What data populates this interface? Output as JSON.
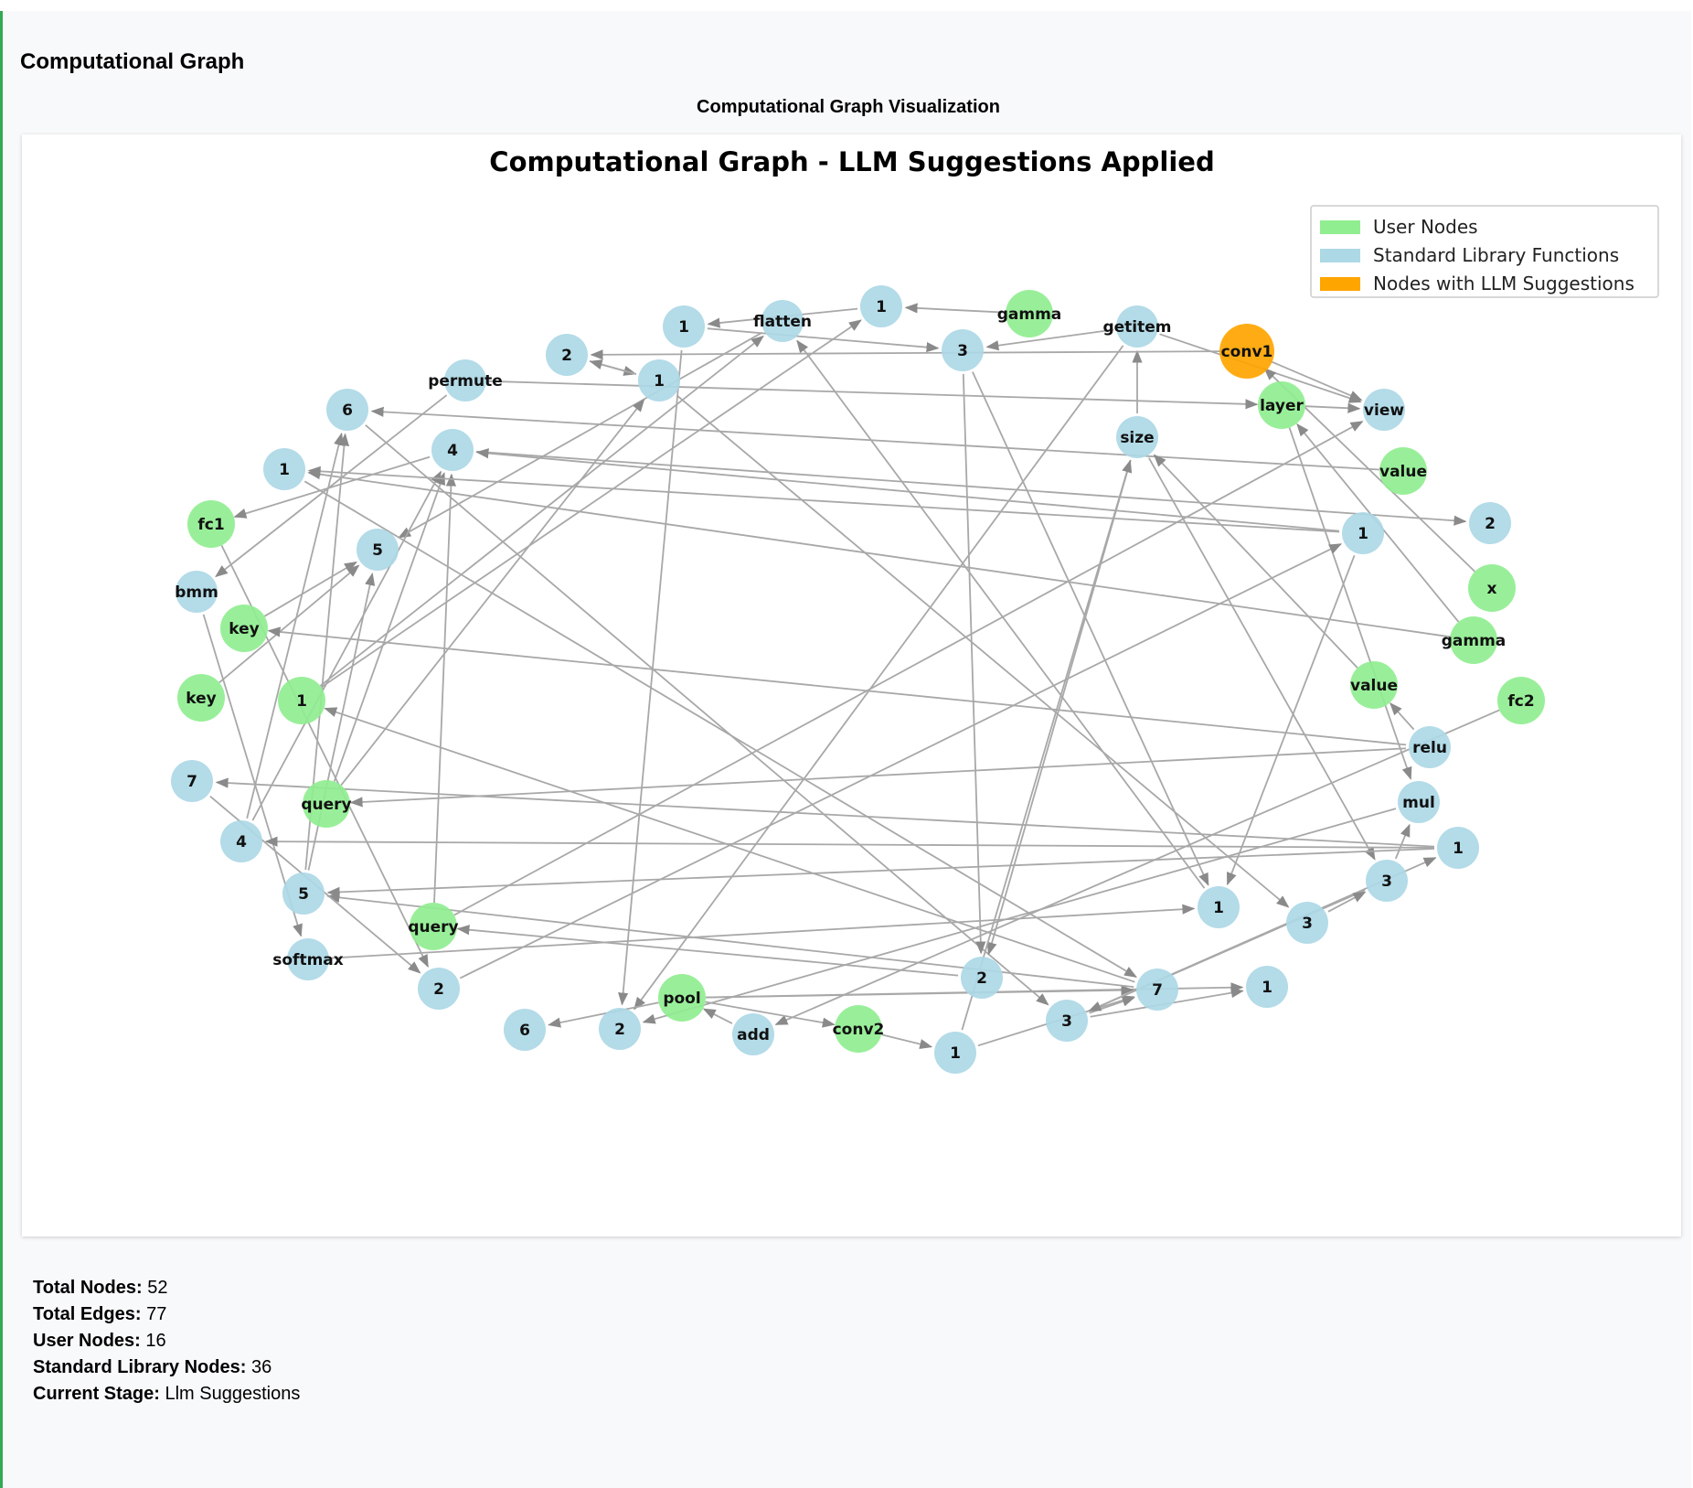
{
  "panel": {
    "title": "Computational Graph",
    "viz_title": "Computational Graph Visualization"
  },
  "graph": {
    "title": "Computational Graph - LLM Suggestions Applied",
    "colors": {
      "user": "#90ee90",
      "standard": "#add8e6",
      "llm": "#ffa500",
      "edge": "#a8a8a8"
    },
    "legend": [
      {
        "label": "User Nodes",
        "color": "#90ee90"
      },
      {
        "label": "Standard Library Functions",
        "color": "#add8e6"
      },
      {
        "label": "Nodes with LLM Suggestions",
        "color": "#ffa500"
      }
    ],
    "nodes": [
      {
        "id": "n1",
        "label": "1",
        "type": "standard"
      },
      {
        "id": "n2",
        "label": "flatten",
        "type": "standard"
      },
      {
        "id": "n3",
        "label": "1",
        "type": "standard"
      },
      {
        "id": "n4",
        "label": "gamma",
        "type": "user"
      },
      {
        "id": "n5",
        "label": "getitem",
        "type": "standard"
      },
      {
        "id": "n6",
        "label": "conv1",
        "type": "llm"
      },
      {
        "id": "n7",
        "label": "3",
        "type": "standard"
      },
      {
        "id": "n8",
        "label": "2",
        "type": "standard"
      },
      {
        "id": "n9",
        "label": "1",
        "type": "standard"
      },
      {
        "id": "n10",
        "label": "permute",
        "type": "standard"
      },
      {
        "id": "n11",
        "label": "layer",
        "type": "user"
      },
      {
        "id": "n12",
        "label": "view",
        "type": "standard"
      },
      {
        "id": "n13",
        "label": "6",
        "type": "standard"
      },
      {
        "id": "n14",
        "label": "4",
        "type": "standard"
      },
      {
        "id": "n15",
        "label": "size",
        "type": "standard"
      },
      {
        "id": "n16",
        "label": "value",
        "type": "user"
      },
      {
        "id": "n17",
        "label": "1",
        "type": "standard"
      },
      {
        "id": "n18",
        "label": "fc1",
        "type": "user"
      },
      {
        "id": "n19",
        "label": "2",
        "type": "standard"
      },
      {
        "id": "n20",
        "label": "1",
        "type": "standard"
      },
      {
        "id": "n21",
        "label": "5",
        "type": "standard"
      },
      {
        "id": "n22",
        "label": "bmm",
        "type": "standard"
      },
      {
        "id": "n23",
        "label": "x",
        "type": "user"
      },
      {
        "id": "n24",
        "label": "key",
        "type": "user"
      },
      {
        "id": "n25",
        "label": "gamma",
        "type": "user"
      },
      {
        "id": "n26",
        "label": "value",
        "type": "user"
      },
      {
        "id": "n27",
        "label": "fc2",
        "type": "user"
      },
      {
        "id": "n28",
        "label": "key",
        "type": "user"
      },
      {
        "id": "n29",
        "label": "1",
        "type": "user"
      },
      {
        "id": "n30",
        "label": "relu",
        "type": "standard"
      },
      {
        "id": "n31",
        "label": "7",
        "type": "standard"
      },
      {
        "id": "n32",
        "label": "query",
        "type": "user"
      },
      {
        "id": "n33",
        "label": "mul",
        "type": "standard"
      },
      {
        "id": "n34",
        "label": "4",
        "type": "standard"
      },
      {
        "id": "n35",
        "label": "1",
        "type": "standard"
      },
      {
        "id": "n36",
        "label": "3",
        "type": "standard"
      },
      {
        "id": "n37",
        "label": "5",
        "type": "standard"
      },
      {
        "id": "n38",
        "label": "1",
        "type": "standard"
      },
      {
        "id": "n39",
        "label": "3",
        "type": "standard"
      },
      {
        "id": "n40",
        "label": "query",
        "type": "user"
      },
      {
        "id": "n41",
        "label": "softmax",
        "type": "standard"
      },
      {
        "id": "n42",
        "label": "2",
        "type": "standard"
      },
      {
        "id": "n43",
        "label": "2",
        "type": "standard"
      },
      {
        "id": "n44",
        "label": "7",
        "type": "standard"
      },
      {
        "id": "n45",
        "label": "1",
        "type": "standard"
      },
      {
        "id": "n46",
        "label": "pool",
        "type": "user"
      },
      {
        "id": "n47",
        "label": "3",
        "type": "standard"
      },
      {
        "id": "n48",
        "label": "6",
        "type": "standard"
      },
      {
        "id": "n49",
        "label": "2",
        "type": "standard"
      },
      {
        "id": "n50",
        "label": "add",
        "type": "standard"
      },
      {
        "id": "n51",
        "label": "conv2",
        "type": "user"
      },
      {
        "id": "n52",
        "label": "1",
        "type": "standard"
      }
    ],
    "edges": [
      [
        "n4",
        "n3"
      ],
      [
        "n1",
        "n7"
      ],
      [
        "n5",
        "n7"
      ],
      [
        "n15",
        "n5"
      ],
      [
        "n5",
        "n12"
      ],
      [
        "n6",
        "n12"
      ],
      [
        "n11",
        "n12"
      ],
      [
        "n10",
        "n22"
      ],
      [
        "n2",
        "n21"
      ],
      [
        "n8",
        "n9"
      ],
      [
        "n9",
        "n8"
      ],
      [
        "n29",
        "n3"
      ],
      [
        "n29",
        "n2"
      ],
      [
        "n16",
        "n13"
      ],
      [
        "n14",
        "n19"
      ],
      [
        "n14",
        "n18"
      ],
      [
        "n25",
        "n17"
      ],
      [
        "n17",
        "n44"
      ],
      [
        "n13",
        "n47"
      ],
      [
        "n1",
        "n49"
      ],
      [
        "n9",
        "n39"
      ],
      [
        "n7",
        "n43"
      ],
      [
        "n7",
        "n38"
      ],
      [
        "n15",
        "n43"
      ],
      [
        "n15",
        "n36"
      ],
      [
        "n5",
        "n49"
      ],
      [
        "n28",
        "n21"
      ],
      [
        "n24",
        "n21"
      ],
      [
        "n32",
        "n14"
      ],
      [
        "n32",
        "n9"
      ],
      [
        "n40",
        "n14"
      ],
      [
        "n40",
        "n12"
      ],
      [
        "n37",
        "n13"
      ],
      [
        "n37",
        "n21"
      ],
      [
        "n34",
        "n13"
      ],
      [
        "n34",
        "n14"
      ],
      [
        "n22",
        "n41"
      ],
      [
        "n18",
        "n42"
      ],
      [
        "n20",
        "n14"
      ],
      [
        "n30",
        "n24"
      ],
      [
        "n30",
        "n26"
      ],
      [
        "n30",
        "n32"
      ],
      [
        "n35",
        "n34"
      ],
      [
        "n35",
        "n37"
      ],
      [
        "n35",
        "n31"
      ],
      [
        "n33",
        "n49"
      ],
      [
        "n26",
        "n15"
      ],
      [
        "n25",
        "n11"
      ],
      [
        "n11",
        "n33"
      ],
      [
        "n23",
        "n6"
      ],
      [
        "n27",
        "n50"
      ],
      [
        "n20",
        "n38"
      ],
      [
        "n20",
        "n17"
      ],
      [
        "n42",
        "n20"
      ],
      [
        "n46",
        "n48"
      ],
      [
        "n46",
        "n45"
      ],
      [
        "n46",
        "n44"
      ],
      [
        "n46",
        "n51"
      ],
      [
        "n50",
        "n46"
      ],
      [
        "n51",
        "n52"
      ],
      [
        "n52",
        "n15"
      ],
      [
        "n52",
        "n44"
      ],
      [
        "n47",
        "n45"
      ],
      [
        "n47",
        "n35"
      ],
      [
        "n47",
        "n44"
      ],
      [
        "n44",
        "n29"
      ],
      [
        "n44",
        "n37"
      ],
      [
        "n36",
        "n47"
      ],
      [
        "n36",
        "n33"
      ],
      [
        "n41",
        "n38"
      ],
      [
        "n10",
        "n11"
      ],
      [
        "n43",
        "n40"
      ],
      [
        "n31",
        "n42"
      ],
      [
        "n3",
        "n1"
      ],
      [
        "n38",
        "n2"
      ],
      [
        "n6",
        "n8"
      ],
      [
        "n39",
        "n36"
      ]
    ]
  },
  "stats": [
    {
      "label": "Total Nodes:",
      "value": "52"
    },
    {
      "label": "Total Edges:",
      "value": "77"
    },
    {
      "label": "User Nodes:",
      "value": "16"
    },
    {
      "label": "Standard Library Nodes:",
      "value": "36"
    },
    {
      "label": "Current Stage:",
      "value": "Llm Suggestions"
    }
  ]
}
